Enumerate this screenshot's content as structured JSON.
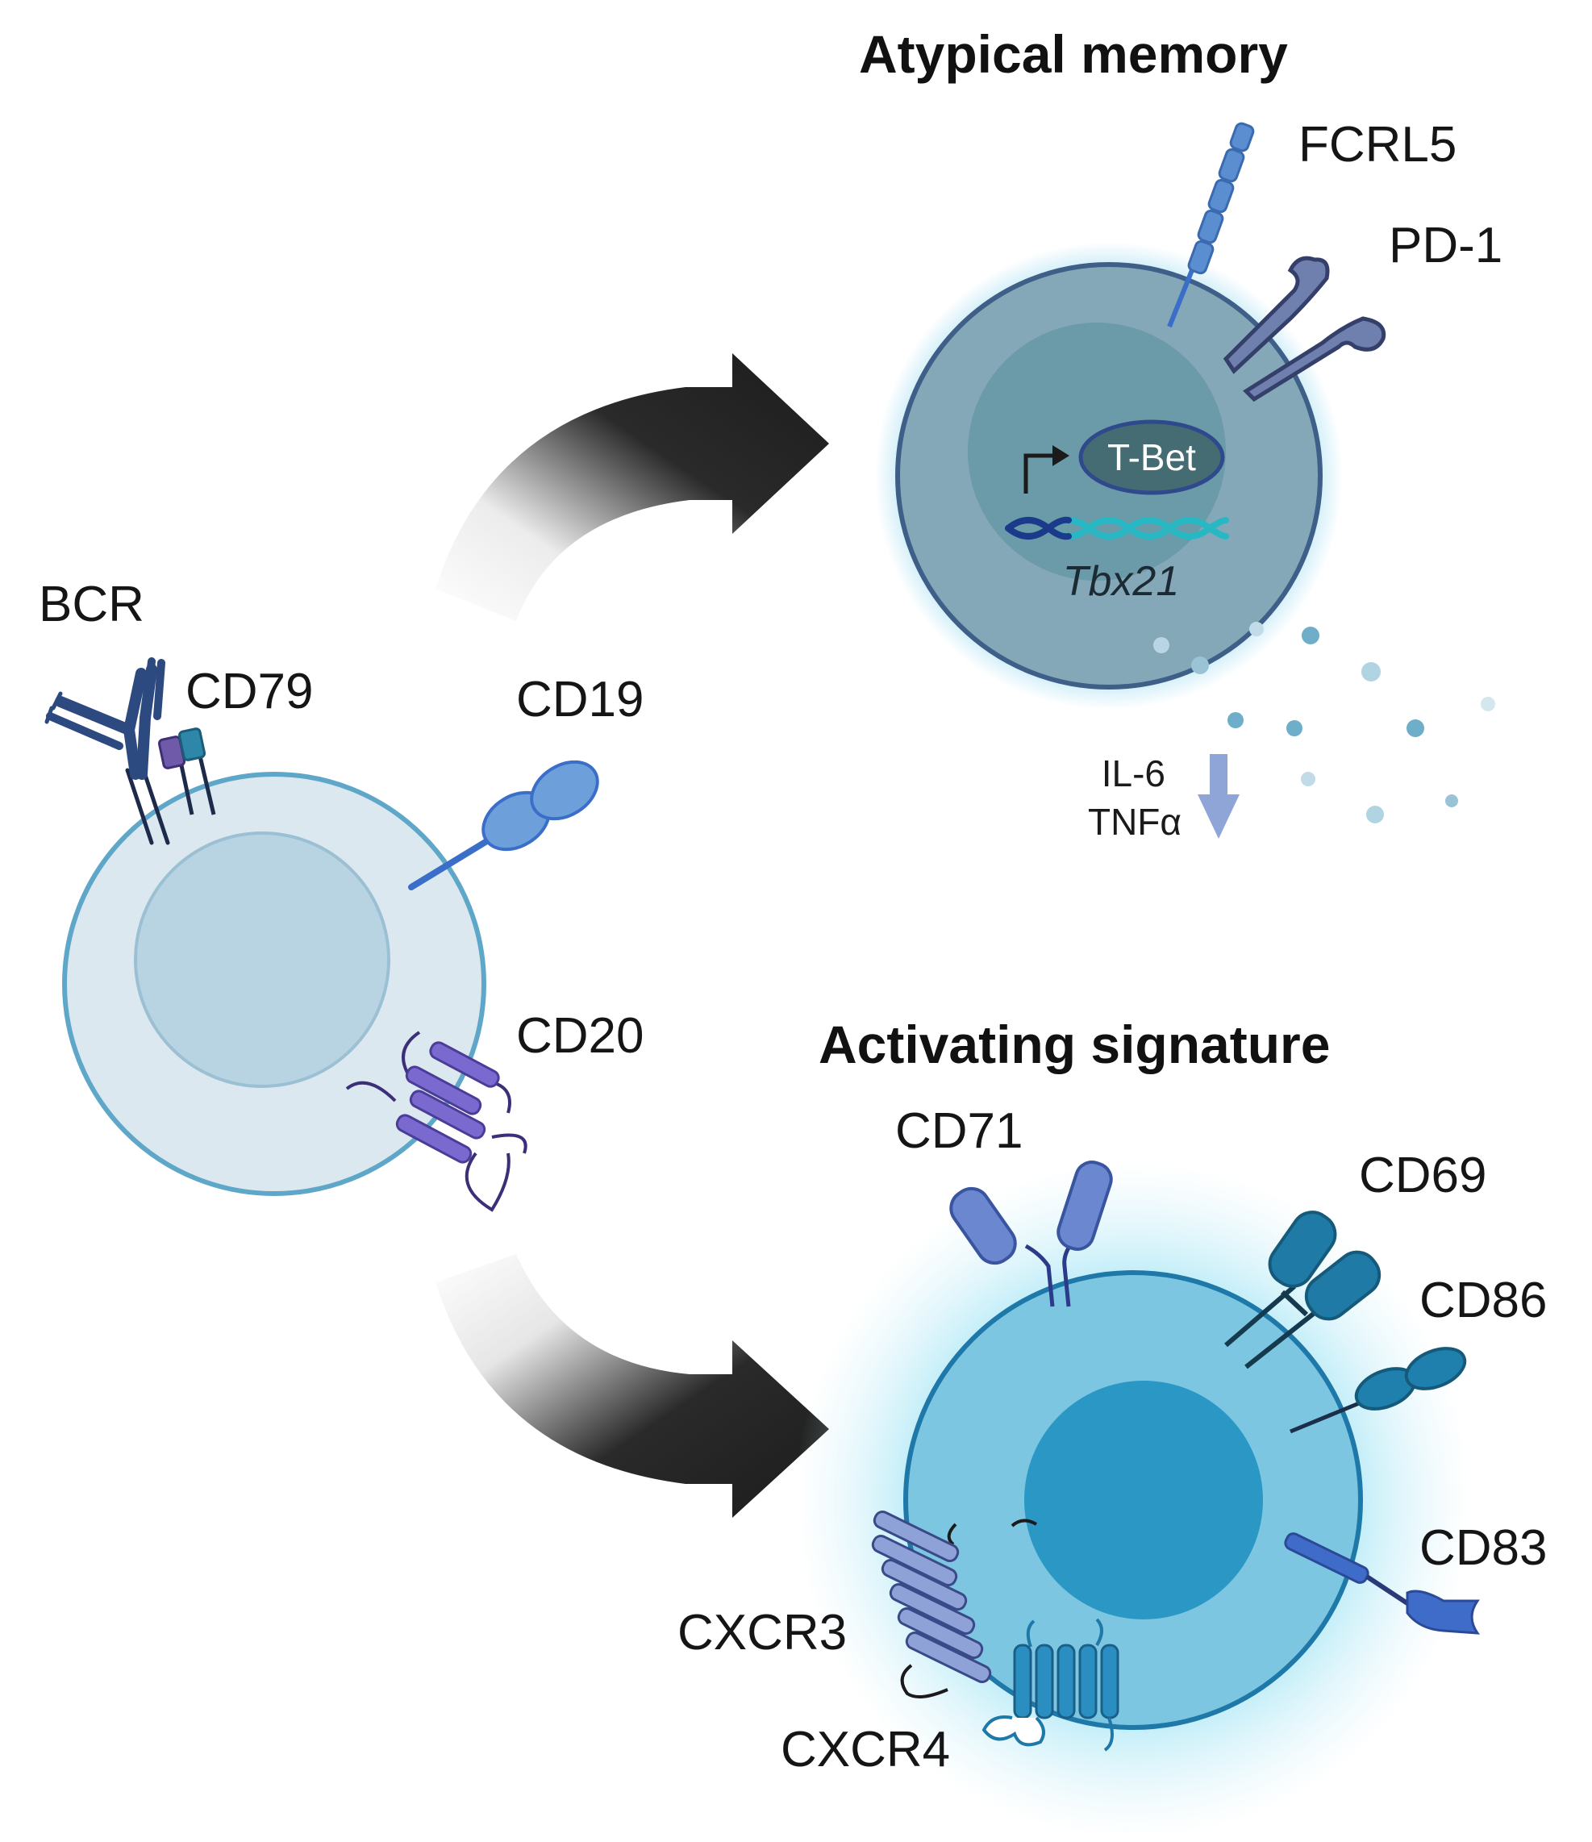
{
  "titles": {
    "atypical": "Atypical memory",
    "activating": "Activating signature"
  },
  "naive_cell": {
    "bcr": "BCR",
    "cd79": "CD79",
    "cd19": "CD19",
    "cd20": "CD20"
  },
  "atypical_cell": {
    "fcrl5": "FCRL5",
    "pd1": "PD-1",
    "tbet": "T-Bet",
    "gene": "Tbx21",
    "cytokines": [
      "IL-6",
      "TNFα"
    ]
  },
  "activated_cell": {
    "cd71": "CD71",
    "cd69": "CD69",
    "cd86": "CD86",
    "cd83": "CD83",
    "cxcr3": "CXCR3",
    "cxcr4": "CXCR4"
  },
  "colors": {
    "naive_cell": "#dce8ef",
    "atypical_cell": "#7fa6b8",
    "activated_cell": "#7dc6e2",
    "arrow": "#1c1c1c",
    "receptor_dark": "#2c4a80",
    "cytokine_arrow": "#8fa5d8"
  }
}
